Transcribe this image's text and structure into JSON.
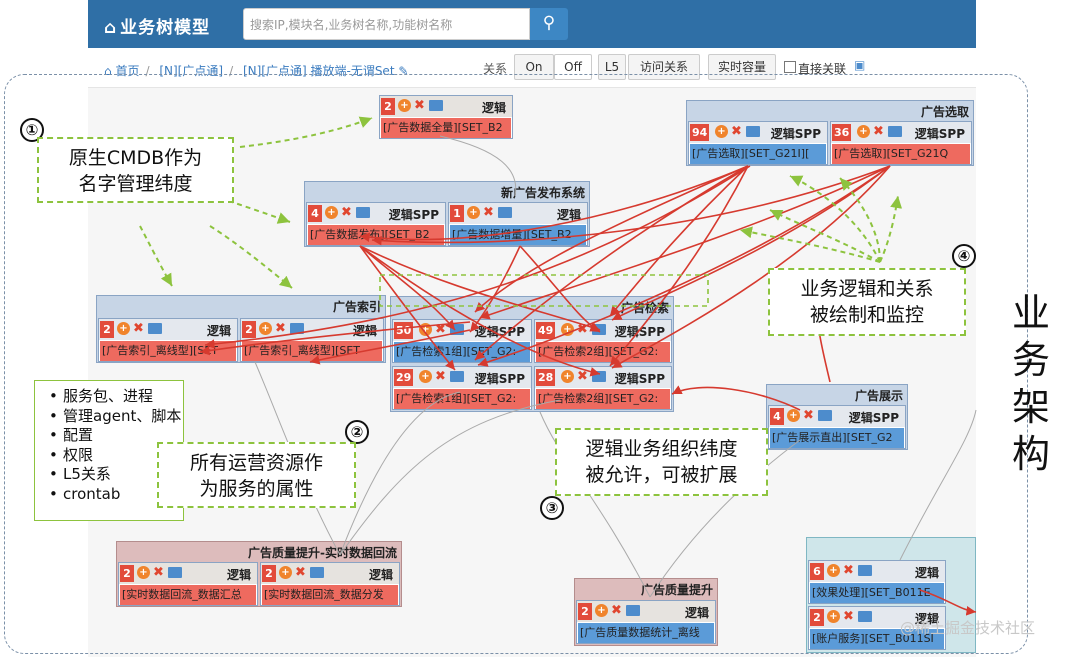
{
  "header": {
    "brand": "业务树模型",
    "search_placeholder": "搜索IP,模块名,业务树名称,功能树名称"
  },
  "breadcrumb": [
    "首页",
    "[N][广点通]",
    "[N][广点通]",
    "播放端-无谓Set"
  ],
  "toolbar": {
    "relation_label": "关系",
    "on": "On",
    "off": "Off",
    "l5": "L5",
    "access": "访问关系",
    "capacity": "实时容量",
    "direct": "直接关联"
  },
  "nodes": {
    "n_top": {
      "num": "2",
      "type": "逻辑",
      "set": "[广告数据全量][SET_B2"
    },
    "group_publish": {
      "title": "新广告发布系统"
    },
    "n_pub1": {
      "num": "4",
      "type": "逻辑SPP",
      "set": "[广告数据发布][SET_B2"
    },
    "n_pub2": {
      "num": "1",
      "type": "逻辑",
      "set": "[广告数据增量][SET_B2"
    },
    "group_select": {
      "title": "广告选取"
    },
    "n_sel1": {
      "num": "94",
      "type": "逻辑SPP",
      "set": "[广告选取][SET_G21I]["
    },
    "n_sel2": {
      "num": "36",
      "type": "逻辑SPP",
      "set": "[广告选取][SET_G21Q"
    },
    "group_index": {
      "title": "广告索引"
    },
    "n_idx1": {
      "num": "2",
      "type": "逻辑",
      "set": "[广告索引_离线型][SET"
    },
    "n_idx2": {
      "num": "2",
      "type": "逻辑",
      "set": "[广告索引_离线型][SET"
    },
    "group_search": {
      "title": "广告检索"
    },
    "n_s1": {
      "num": "50",
      "type": "逻辑SPP",
      "set": "[广告检索1组][SET_G2:"
    },
    "n_s2": {
      "num": "49",
      "type": "逻辑SPP",
      "set": "[广告检索2组][SET_G2:"
    },
    "n_s3": {
      "num": "29",
      "type": "逻辑SPP",
      "set": "[广告检索1组][SET_G2:"
    },
    "n_s4": {
      "num": "28",
      "type": "逻辑SPP",
      "set": "[广告检索2组][SET_G2:"
    },
    "group_display": {
      "title": "广告展示"
    },
    "n_disp": {
      "num": "4",
      "type": "逻辑SPP",
      "set": "[广告展示直出][SET_G2"
    },
    "group_quality": {
      "title": "广告质量提升-实时数据回流"
    },
    "n_q1": {
      "num": "2",
      "type": "逻辑",
      "set": "[实时数据回流_数据汇总"
    },
    "n_q2": {
      "num": "2",
      "type": "逻辑",
      "set": "[实时数据回流_数据分发"
    },
    "group_quality2": {
      "title": "广告质量提升"
    },
    "n_q3": {
      "num": "2",
      "type": "逻辑",
      "set": "[广告质量数据统计_离线"
    },
    "n_e1": {
      "num": "6",
      "type": "逻辑",
      "set": "[效果处理][SET_B011E"
    },
    "n_e2": {
      "num": "2",
      "type": "逻辑",
      "set": "[账户服务][SET_B011SI"
    }
  },
  "annotations": {
    "m1": "①",
    "m2": "②",
    "m3": "③",
    "m4": "④",
    "c1": "原生CMDB作为\n名字管理纬度",
    "c2": "所有运营资源作\n为服务的属性",
    "c3": "逻辑业务组织纬度\n被允许，可被扩展",
    "c4": "业务逻辑和关系\n被绘制和监控",
    "bullets": [
      "服务包、进程",
      "管理agent、脚本",
      "配置",
      "权限",
      "L5关系",
      "crontab"
    ],
    "vertical_title": "业务架构",
    "watermark": "@稀土掘金技术社区"
  },
  "colors": {
    "header": "#2f6fa6",
    "arrow_red": "#d63a2f",
    "arrow_green": "#8dc33e",
    "node_red": "#ee6a5f",
    "node_blue": "#5b9bd8"
  }
}
